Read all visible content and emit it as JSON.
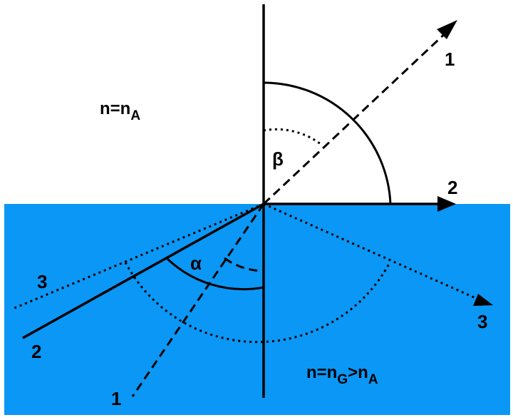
{
  "labels": {
    "medium_top_main": "n=n",
    "medium_top_sub": "A",
    "medium_bottom_main": "n=n",
    "medium_bottom_sub1": "G",
    "medium_bottom_mid": ">n",
    "medium_bottom_sub2": "A",
    "ray1_top": "1",
    "ray1_bottom": "1",
    "ray2_right": "2",
    "ray2_left": "2",
    "ray3_left": "3",
    "ray3_right": "3",
    "alpha": "α",
    "beta": "β"
  },
  "colors": {
    "glass": "#0b97f5",
    "line": "#000000",
    "background": "#ffffff"
  }
}
